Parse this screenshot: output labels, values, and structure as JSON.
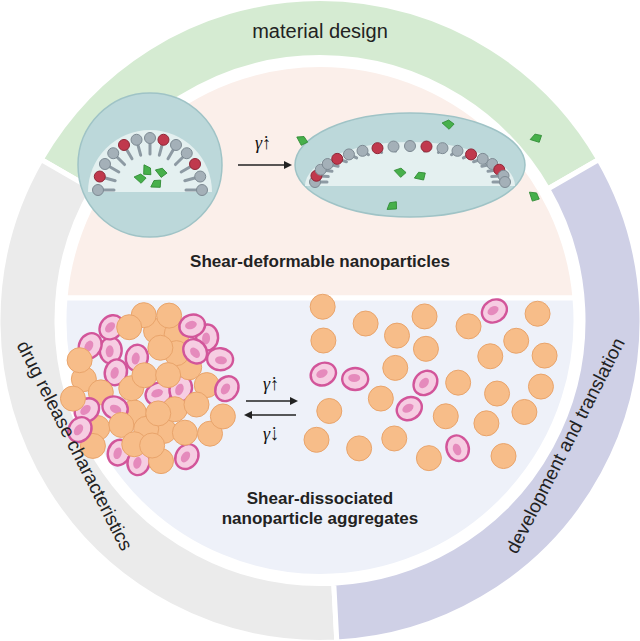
{
  "diagram": {
    "nodes": [
      {
        "text": [
          "material design"
        ]
      },
      {
        "text": [
          "Shear-deformable nanoparticles"
        ]
      },
      {
        "text": [
          "Shear-dissociated nanoparticle aggregates"
        ]
      },
      {
        "text": [
          "drug release characteristics"
        ]
      },
      {
        "text": [
          "development and translation"
        ]
      }
    ],
    "labels": [
      "γ̇↑",
      "γ̇↑",
      "γ̇↓"
    ]
  }
}
